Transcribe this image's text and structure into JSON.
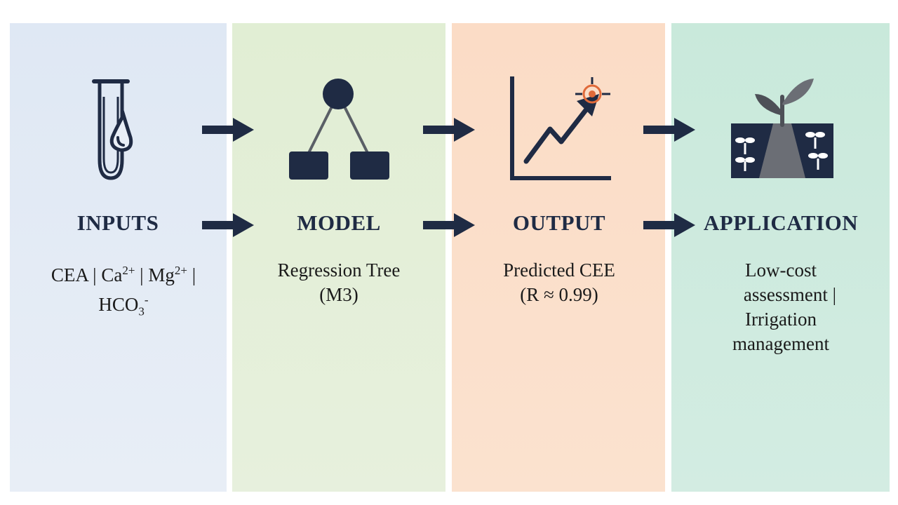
{
  "stages": [
    {
      "heading": "INPUTS",
      "desc_line1_a": "CEA | Ca",
      "desc_line1_b": "2+",
      "desc_line1_c": " | Mg",
      "desc_line1_d": "2+",
      "desc_line1_e": " |",
      "desc_line2_a": "HCO",
      "desc_line2_b": "3",
      "desc_line2_c": "-",
      "icon": "test-tube-drop-icon"
    },
    {
      "heading": "MODEL",
      "desc_line1": "Regression Tree",
      "desc_line2": "(M3)",
      "icon": "tree-diagram-icon"
    },
    {
      "heading": "OUTPUT",
      "desc_line1": "Predicted CEE",
      "desc_line2": "(R ≈ 0.99)",
      "icon": "rising-chart-target-icon"
    },
    {
      "heading": "APPLICATION",
      "desc_line1": "Low-cost",
      "desc_line2": "assessment |",
      "desc_line3": "Irrigation",
      "desc_line4": "management",
      "icon": "field-sprout-icon"
    }
  ],
  "colors": {
    "inputs_panel": "#dfe8f4",
    "model_panel": "#e1eed4",
    "output_panel": "#fbdcc6",
    "application_panel": "#c9e9db",
    "icon_navy": "#1f2b44",
    "accent_orange": "#e06a3a"
  }
}
